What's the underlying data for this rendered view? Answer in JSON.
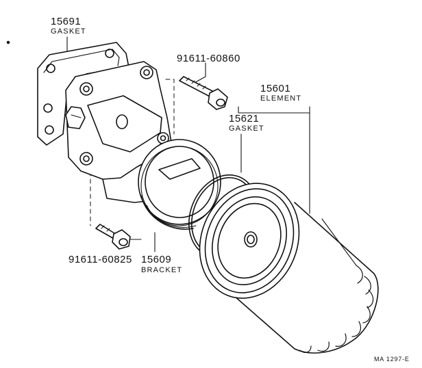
{
  "diagram": {
    "parts": [
      {
        "id": "gasket-top",
        "number": "15691",
        "name": "GASKET"
      },
      {
        "id": "bolt-top",
        "number": "91611-60860",
        "name": ""
      },
      {
        "id": "element",
        "number": "15601",
        "name": "ELEMENT"
      },
      {
        "id": "gasket-ring",
        "number": "15621",
        "name": "GASKET"
      },
      {
        "id": "bolt-bottom",
        "number": "91611-60825",
        "name": ""
      },
      {
        "id": "bracket",
        "number": "15609",
        "name": "BRACKET"
      }
    ],
    "figure_code": "MA 1297-E",
    "colors": {
      "ink": "#111111",
      "paper": "#ffffff"
    }
  }
}
